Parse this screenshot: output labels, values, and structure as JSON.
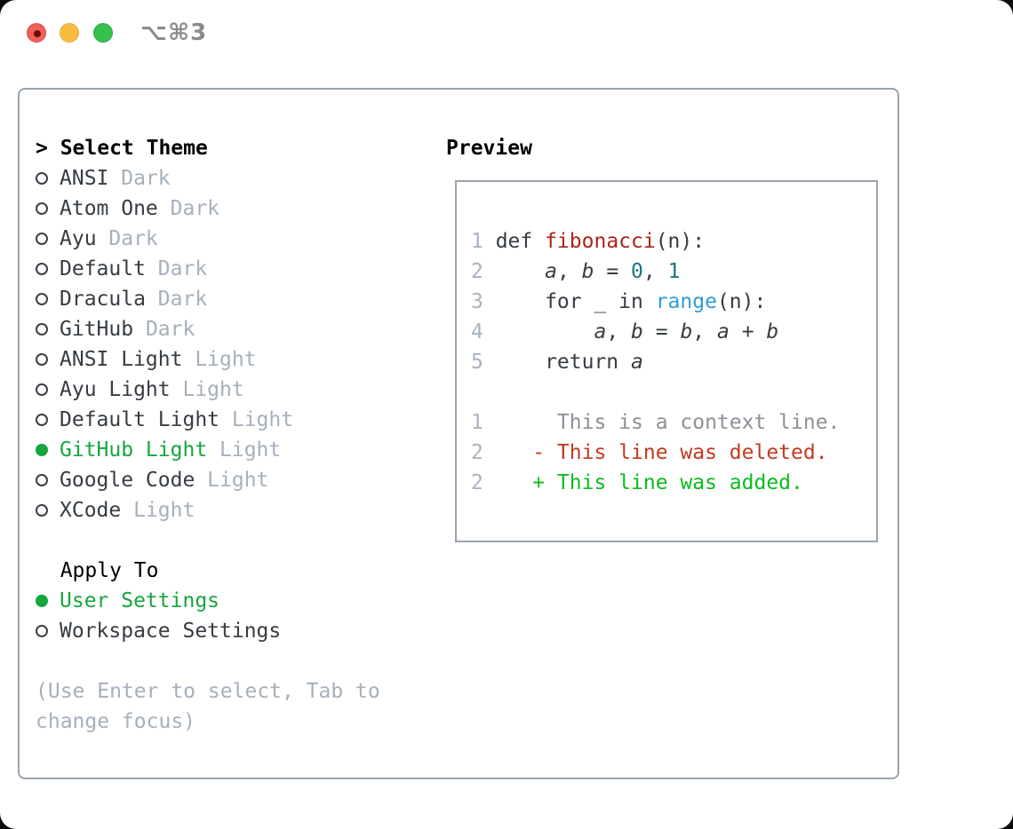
{
  "window": {
    "title": "⌥⌘3"
  },
  "colors": {
    "green-selected": "#16a63e",
    "diff-added": "#0bbb1e",
    "diff-deleted": "#c43a20",
    "code-function": "#ac2418",
    "code-number": "#15787f",
    "code-call": "#2f9ed1",
    "lineno": "#a9b3bf",
    "tl-red": "#f0605a",
    "tl-yellow": "#f6bd40",
    "tl-green": "#36c14e"
  },
  "theme_list": {
    "header_prefix": ">",
    "header": "Select Theme",
    "items": [
      {
        "name": "ANSI",
        "tag": "Dark",
        "selected": false
      },
      {
        "name": "Atom One",
        "tag": "Dark",
        "selected": false
      },
      {
        "name": "Ayu",
        "tag": "Dark",
        "selected": false
      },
      {
        "name": "Default",
        "tag": "Dark",
        "selected": false
      },
      {
        "name": "Dracula",
        "tag": "Dark",
        "selected": false
      },
      {
        "name": "GitHub",
        "tag": "Dark",
        "selected": false
      },
      {
        "name": "ANSI Light",
        "tag": "Light",
        "selected": false
      },
      {
        "name": "Ayu Light",
        "tag": "Light",
        "selected": false
      },
      {
        "name": "Default Light",
        "tag": "Light",
        "selected": false
      },
      {
        "name": "GitHub Light",
        "tag": "Light",
        "selected": true
      },
      {
        "name": "Google Code",
        "tag": "Light",
        "selected": false
      },
      {
        "name": "XCode",
        "tag": "Light",
        "selected": false
      }
    ]
  },
  "apply_to": {
    "header": "Apply To",
    "items": [
      {
        "name": "User Settings",
        "selected": true
      },
      {
        "name": "Workspace Settings",
        "selected": false
      }
    ]
  },
  "help": {
    "text": "(Use Enter to select, Tab to change focus)"
  },
  "preview": {
    "header": "Preview",
    "code_lines": [
      {
        "ln": "1",
        "segments": [
          {
            "text": "def ",
            "cls": "plain"
          },
          {
            "text": "fibonacci",
            "cls": "fn"
          },
          {
            "text": "(n):",
            "cls": "plain"
          }
        ]
      },
      {
        "ln": "2",
        "segments": [
          {
            "text": "    ",
            "cls": "plain"
          },
          {
            "text": "a",
            "cls": "var"
          },
          {
            "text": ", ",
            "cls": "plain"
          },
          {
            "text": "b",
            "cls": "var"
          },
          {
            "text": " = ",
            "cls": "plain"
          },
          {
            "text": "0",
            "cls": "num"
          },
          {
            "text": ", ",
            "cls": "plain"
          },
          {
            "text": "1",
            "cls": "num"
          }
        ]
      },
      {
        "ln": "3",
        "segments": [
          {
            "text": "    for _ in ",
            "cls": "plain"
          },
          {
            "text": "range",
            "cls": "call"
          },
          {
            "text": "(n):",
            "cls": "plain"
          }
        ]
      },
      {
        "ln": "4",
        "segments": [
          {
            "text": "        ",
            "cls": "plain"
          },
          {
            "text": "a",
            "cls": "var"
          },
          {
            "text": ", ",
            "cls": "plain"
          },
          {
            "text": "b",
            "cls": "var"
          },
          {
            "text": " = ",
            "cls": "plain"
          },
          {
            "text": "b",
            "cls": "var"
          },
          {
            "text": ", ",
            "cls": "plain"
          },
          {
            "text": "a",
            "cls": "var"
          },
          {
            "text": " + ",
            "cls": "plain"
          },
          {
            "text": "b",
            "cls": "var"
          }
        ]
      },
      {
        "ln": "5",
        "segments": [
          {
            "text": "    return ",
            "cls": "plain"
          },
          {
            "text": "a",
            "cls": "var"
          }
        ]
      },
      {
        "ln": "",
        "segments": []
      },
      {
        "ln": "1",
        "segments": [
          {
            "text": "     This is a context line.",
            "cls": "ctx"
          }
        ]
      },
      {
        "ln": "2",
        "segments": [
          {
            "text": "   - This line was deleted.",
            "cls": "del"
          }
        ]
      },
      {
        "ln": "2",
        "segments": [
          {
            "text": "   + This line was added.",
            "cls": "add"
          }
        ]
      }
    ]
  }
}
